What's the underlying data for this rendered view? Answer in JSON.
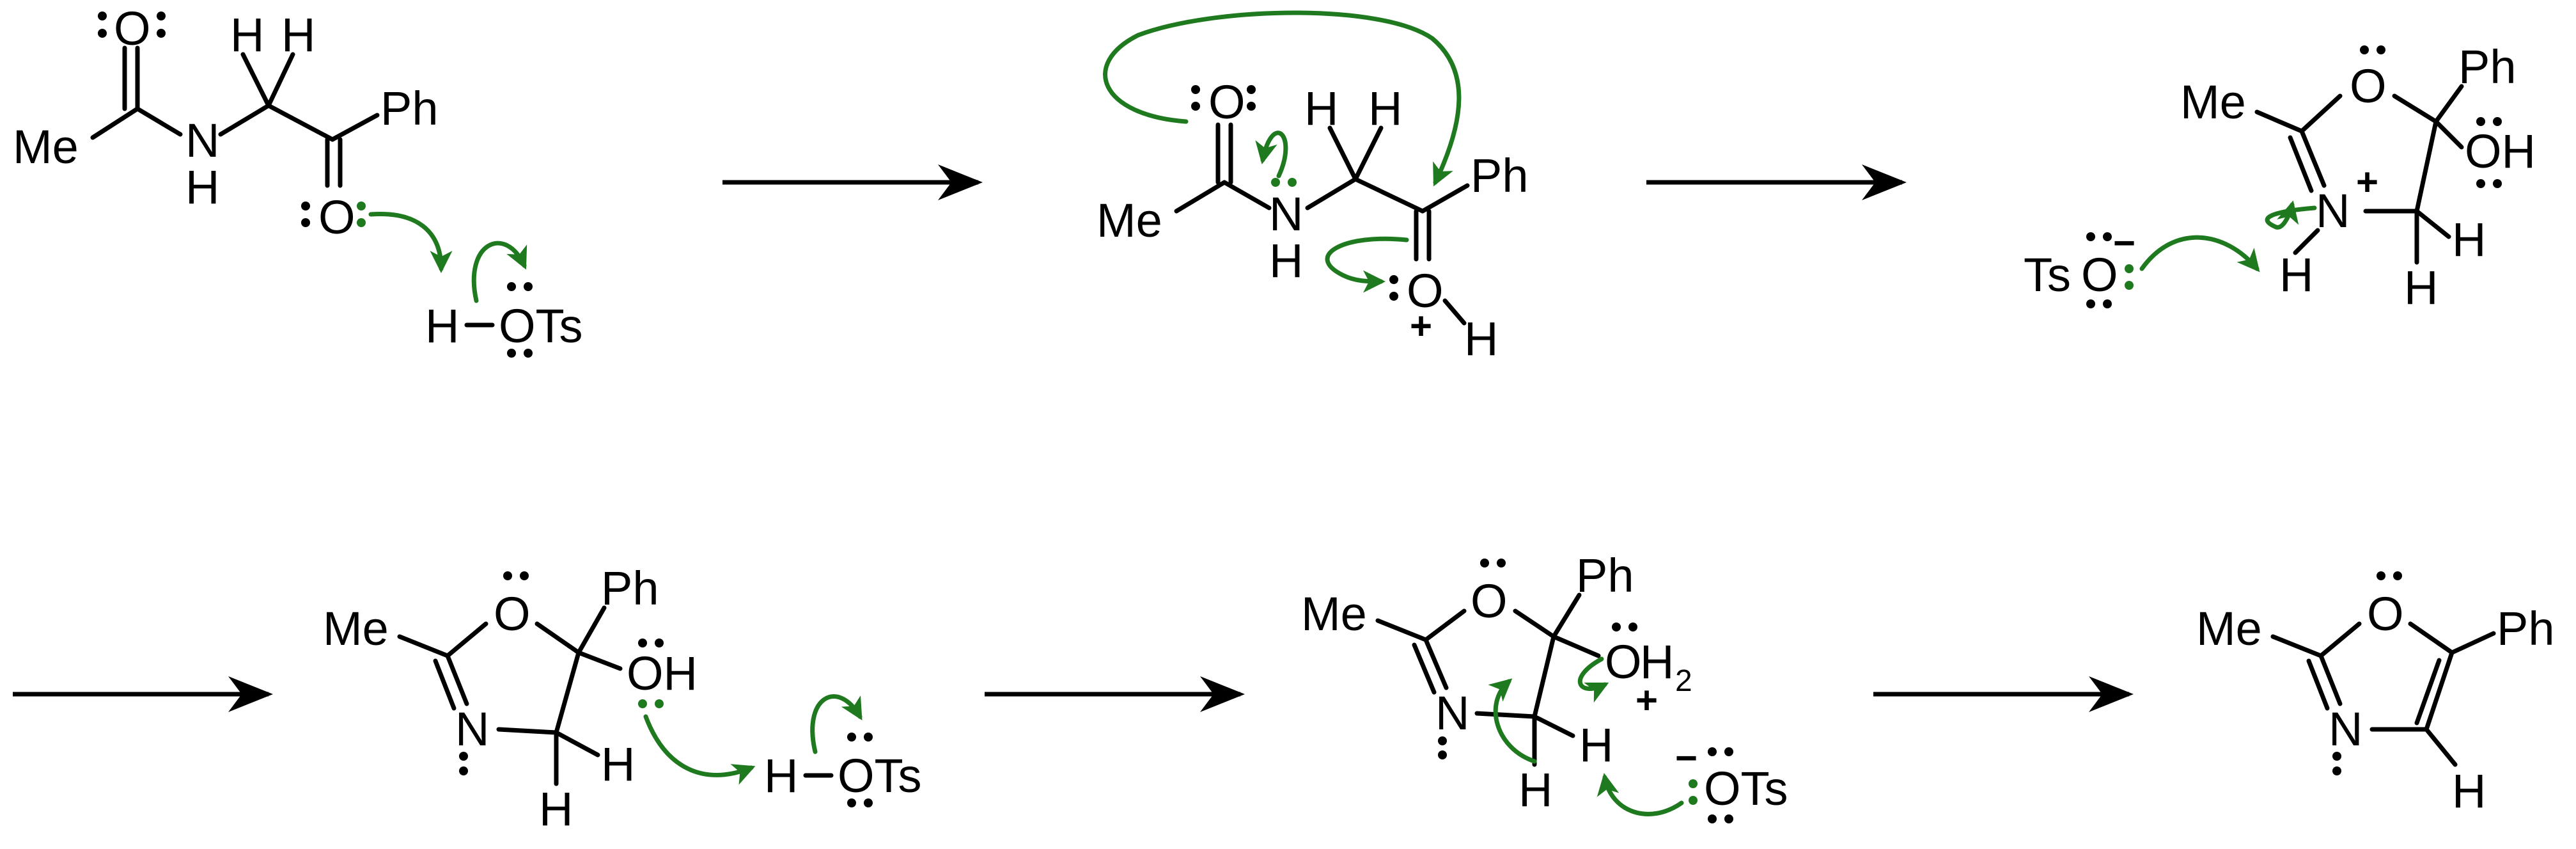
{
  "colors": {
    "bonds": "#000000",
    "mechanism_arrows": "#1f7a1f",
    "background": "#ffffff"
  },
  "labels": {
    "oxygen": "O",
    "nitrogen": "N",
    "hydrogen": "H",
    "methyl": "Me",
    "phenyl": "Ph",
    "hydroxyl": "OH",
    "tosylate": "OTs",
    "tosyl": "Ts",
    "water_sub": "2",
    "plus": "+",
    "minus": "−"
  },
  "steps": [
    {
      "id": "s1",
      "description_hidden": ""
    },
    {
      "id": "s2"
    },
    {
      "id": "s3"
    },
    {
      "id": "s4"
    },
    {
      "id": "s5"
    },
    {
      "id": "s6"
    }
  ]
}
